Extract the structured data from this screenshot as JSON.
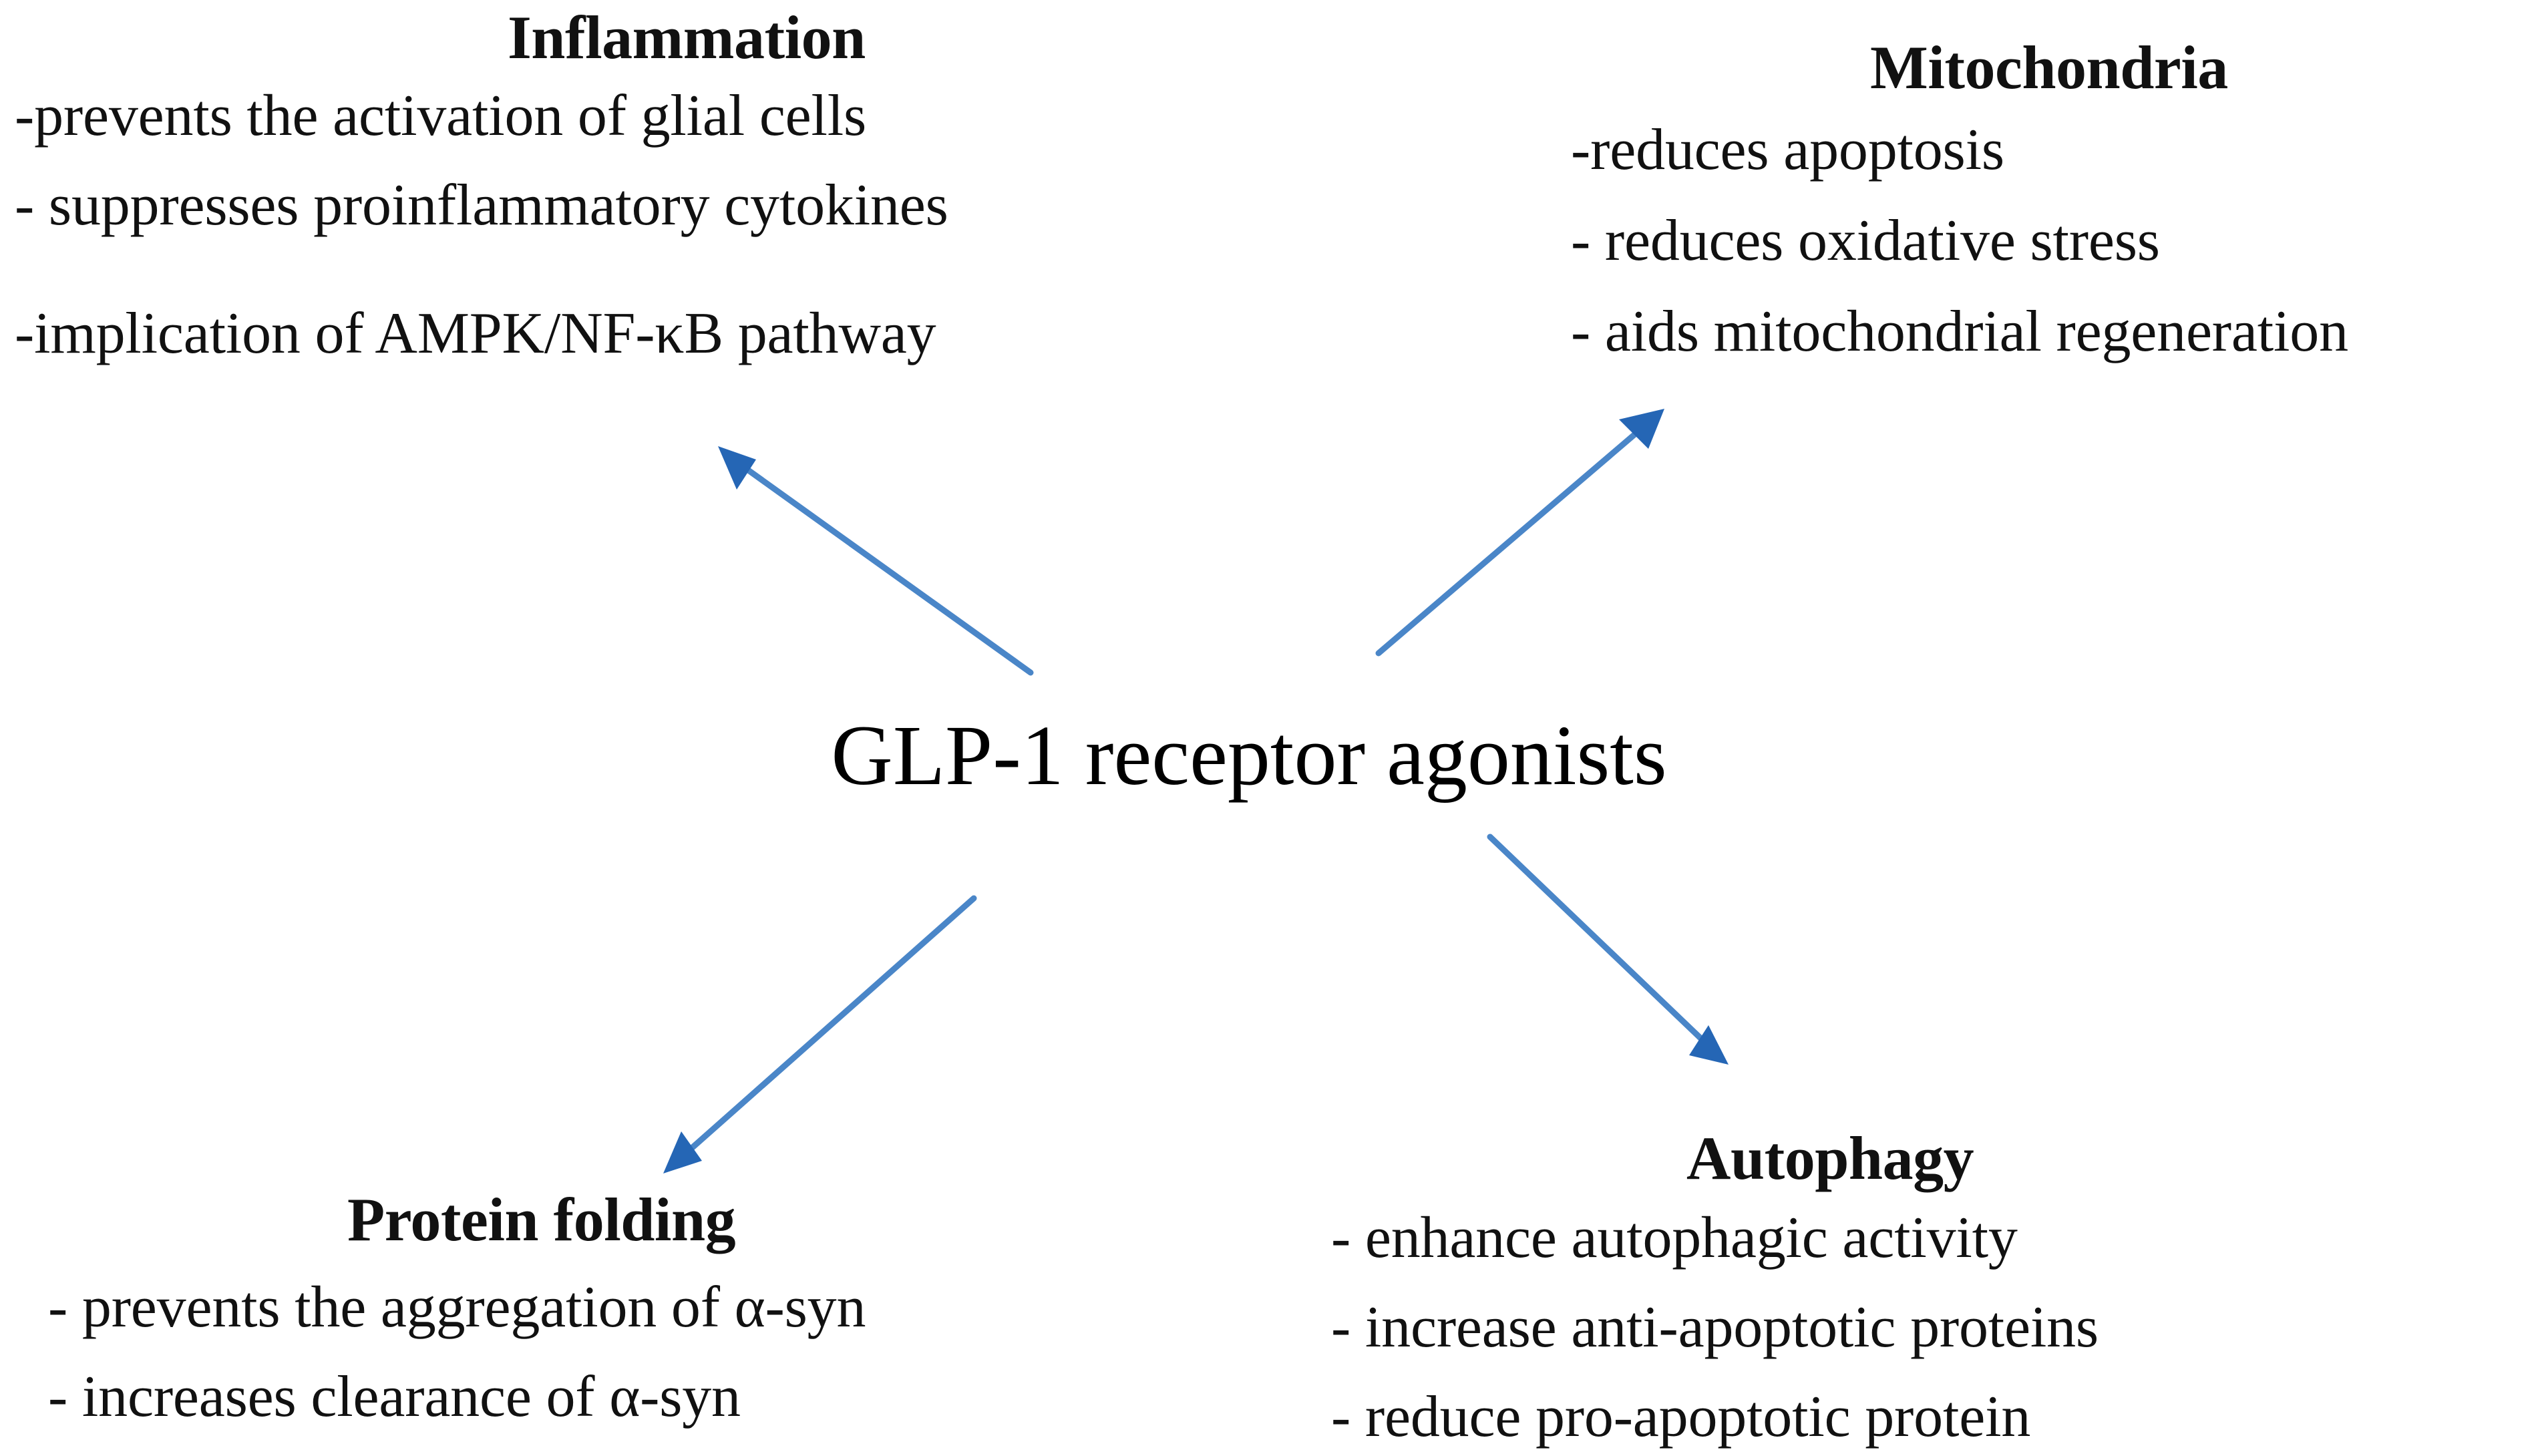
{
  "diagram": {
    "center": {
      "label": "GLP-1 receptor agonists"
    },
    "nodes": [
      {
        "id": "inflammation",
        "heading": "Inflammation",
        "bullets": [
          "-prevents the activation of glial cells",
          "- suppresses proinflammatory cytokines",
          "-implication of AMPK/NF-κB pathway"
        ]
      },
      {
        "id": "mitochondria",
        "heading": "Mitochondria",
        "bullets": [
          "-reduces apoptosis",
          "- reduces oxidative stress",
          "- aids mitochondrial regeneration"
        ]
      },
      {
        "id": "protein-folding",
        "heading": "Protein folding",
        "bullets": [
          "- prevents the aggregation of α-syn",
          "- increases clearance of α-syn"
        ]
      },
      {
        "id": "autophagy",
        "heading": "Autophagy",
        "bullets": [
          "- enhance autophagic activity",
          "- increase anti-apoptotic proteins",
          "- reduce pro-apoptotic protein"
        ]
      }
    ],
    "arrows": [
      {
        "id": "arrow-to-inflammation",
        "from": "center",
        "to": "inflammation",
        "direction": "up-left",
        "color": "#3C7FCB"
      },
      {
        "id": "arrow-to-mitochondria",
        "from": "center",
        "to": "mitochondria",
        "direction": "up-right",
        "color": "#3C7FCB"
      },
      {
        "id": "arrow-to-protein-folding",
        "from": "center",
        "to": "protein-folding",
        "direction": "down-left",
        "color": "#3C7FCB"
      },
      {
        "id": "arrow-to-autophagy",
        "from": "center",
        "to": "autophagy",
        "direction": "down-right",
        "color": "#3C7FCB"
      }
    ],
    "colors": {
      "background": "#FFFFFF",
      "text": "#111111",
      "arrow_line": "#4A86C8",
      "arrow_head": "#2566B5"
    }
  }
}
